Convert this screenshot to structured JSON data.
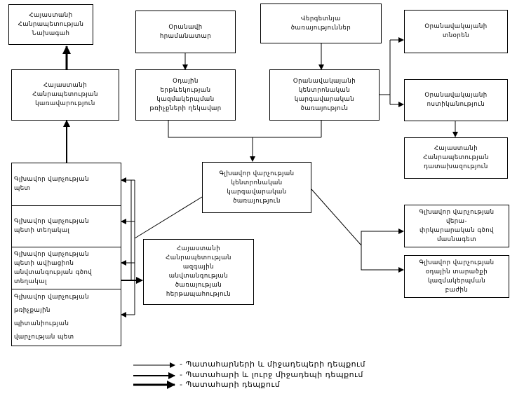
{
  "boxes": {
    "gov": "Հայաստանի\nՀանրապետության\nՆախագահ",
    "order": "Օրանավի\nհրամանատար",
    "flight": "Վերգետնյա\nծառայություններ",
    "airport_dir": "Օրանավակայանի\nտնօրեն",
    "gov_mgmt": "Հայաստանի\nՀանրապետության\nկառավարություն",
    "leader": "Օդային\nերթևեկության\nկազմակերպման\nթռիչքների ղեկավար",
    "airport_center": "Օրանավակայանի\nկենտրոնական\nկարգավարական\nծառայություն",
    "airport_police": "Օրանավակայանի\nոստիկանություն",
    "prosecutor": "Հայաստանի\nՀանրապետության\nդատախազություն",
    "central": "Գլխավոր վարչության\nկենտրոնական\nկարգավարական\nծառայություն",
    "chief": "Գլխավոր վարչության\nպետ",
    "deputy": "Գլխավոր վարչության\nպետի տեղակալ",
    "deputy_safety": "Գլխավոր վարչության\nպետի ավիացիոն\nանվտանգության գծով\nտեղակալ",
    "inspection": "Գլխավոր վարչության\nթռիչքային\nպիտանիության\nվարչության պետ",
    "nss": "Հայաստանի\nՀանրապետության\nազգային\nանվտանգության\nծառայության\nհերթապահություն",
    "search": "Գլխավոր վարչության\nվերա-\nփրկարարական գծով\nմասնագետ",
    "regional": "Գլխավոր վարչության\nօդային տարածքի\nկազմակերպման\nբաժին"
  },
  "legend": [
    "- Պատահարների և միջադեպերի դեպքում",
    "- Պատահարի և լուրջ միջադեպի դեպքում",
    "- Պատահարի դեպքում"
  ]
}
